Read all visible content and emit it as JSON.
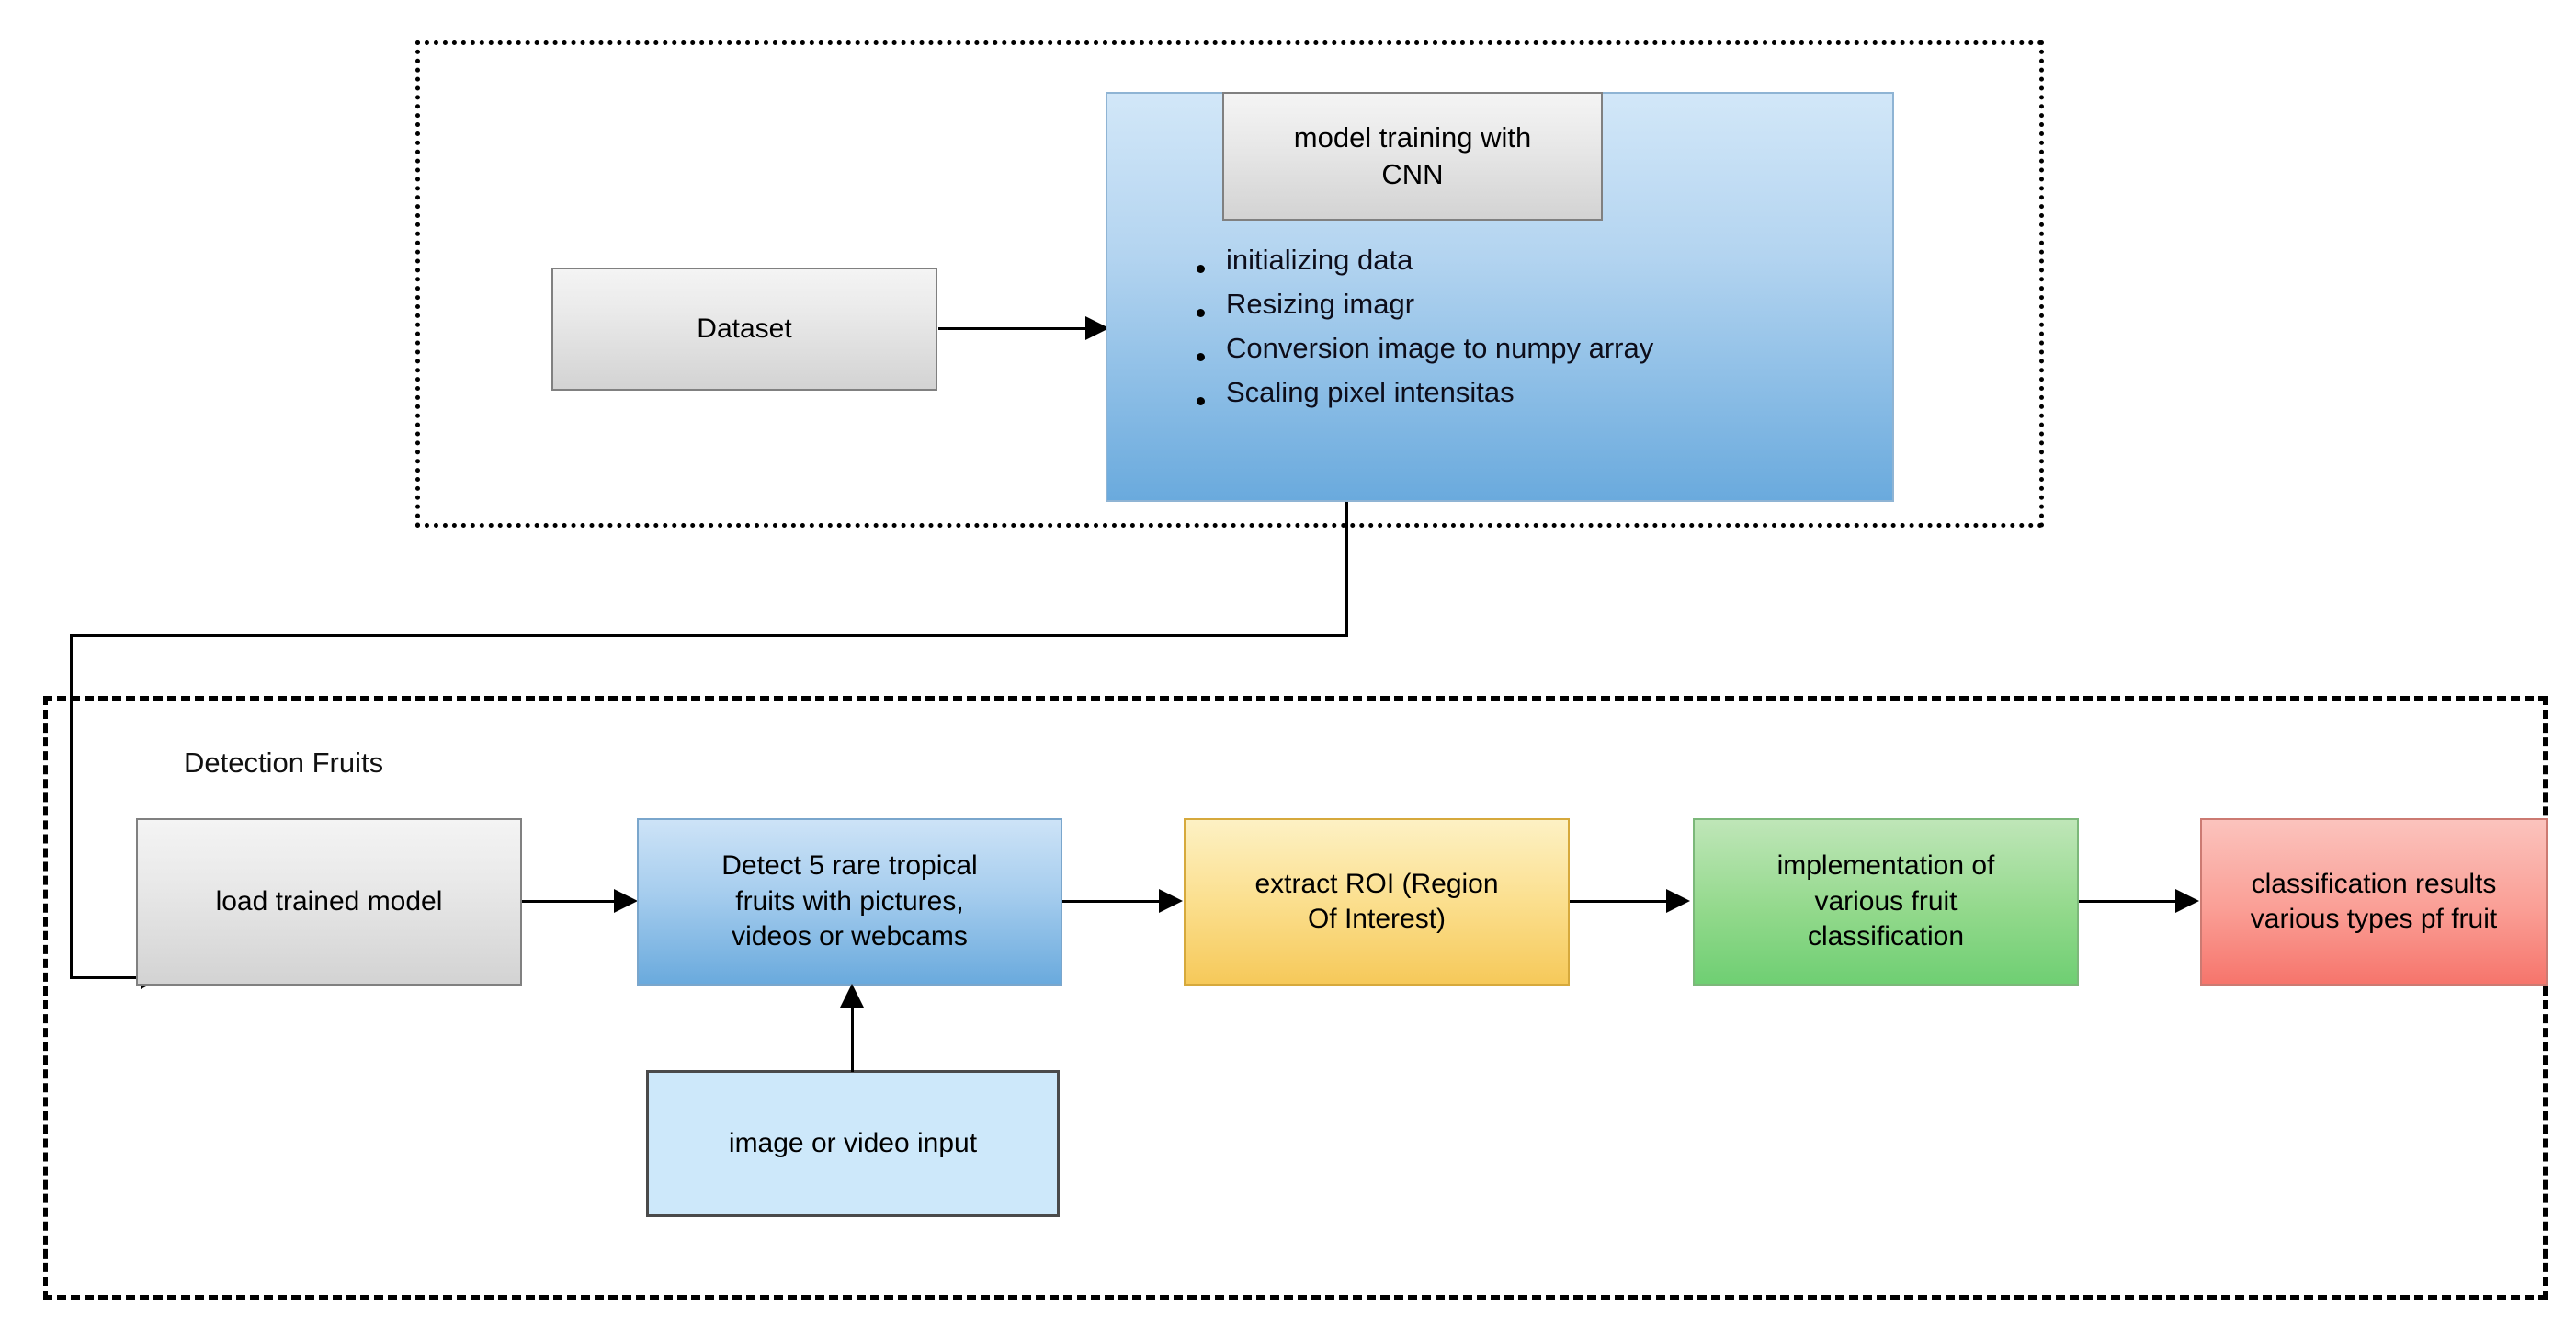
{
  "diagram": {
    "title_visible": false,
    "groups": {
      "training_group": {
        "border_style": "dotted",
        "label": ""
      },
      "detection_group": {
        "border_style": "dashed",
        "label": "Detection Fruits"
      }
    },
    "nodes": {
      "dataset": {
        "label": "Dataset",
        "color": "#d3d3d3"
      },
      "cnn_training": {
        "label": "model training with\nCNN",
        "color": "#d3d3d3"
      },
      "training_panel": {
        "color": "#6aaadd"
      },
      "load_trained_model": {
        "label": "load trained model",
        "color": "#d3d3d3"
      },
      "detect_fruits": {
        "label": "Detect 5 rare tropical\nfruits with pictures,\nvideos or webcams",
        "color": "#6aaadd"
      },
      "extract_roi": {
        "label": "extract ROI (Region\nOf Interest)",
        "color": "#f6c95a"
      },
      "implementation": {
        "label": "implementation of\nvarious fruit\nclassification",
        "color": "#6fcf73"
      },
      "classification_results": {
        "label": "classification results\nvarious types pf fruit",
        "color": "#f6756c"
      },
      "image_video_input": {
        "label": "image or video input",
        "color": "#cde8fa"
      }
    },
    "training_steps": [
      {
        "label": "initializing data"
      },
      {
        "label": "Resizing imagr"
      },
      {
        "label": "Conversion image to numpy array"
      },
      {
        "label": "Scaling pixel intensitas"
      }
    ],
    "edges": [
      {
        "from": "dataset",
        "to": "training_panel",
        "style": "arrow"
      },
      {
        "from": "training_panel",
        "to": "load_trained_model",
        "style": "arrow-elbow"
      },
      {
        "from": "load_trained_model",
        "to": "detect_fruits",
        "style": "arrow"
      },
      {
        "from": "detect_fruits",
        "to": "extract_roi",
        "style": "arrow"
      },
      {
        "from": "extract_roi",
        "to": "implementation",
        "style": "arrow"
      },
      {
        "from": "implementation",
        "to": "classification_results",
        "style": "arrow"
      },
      {
        "from": "image_video_input",
        "to": "detect_fruits",
        "style": "arrow-up"
      }
    ]
  }
}
